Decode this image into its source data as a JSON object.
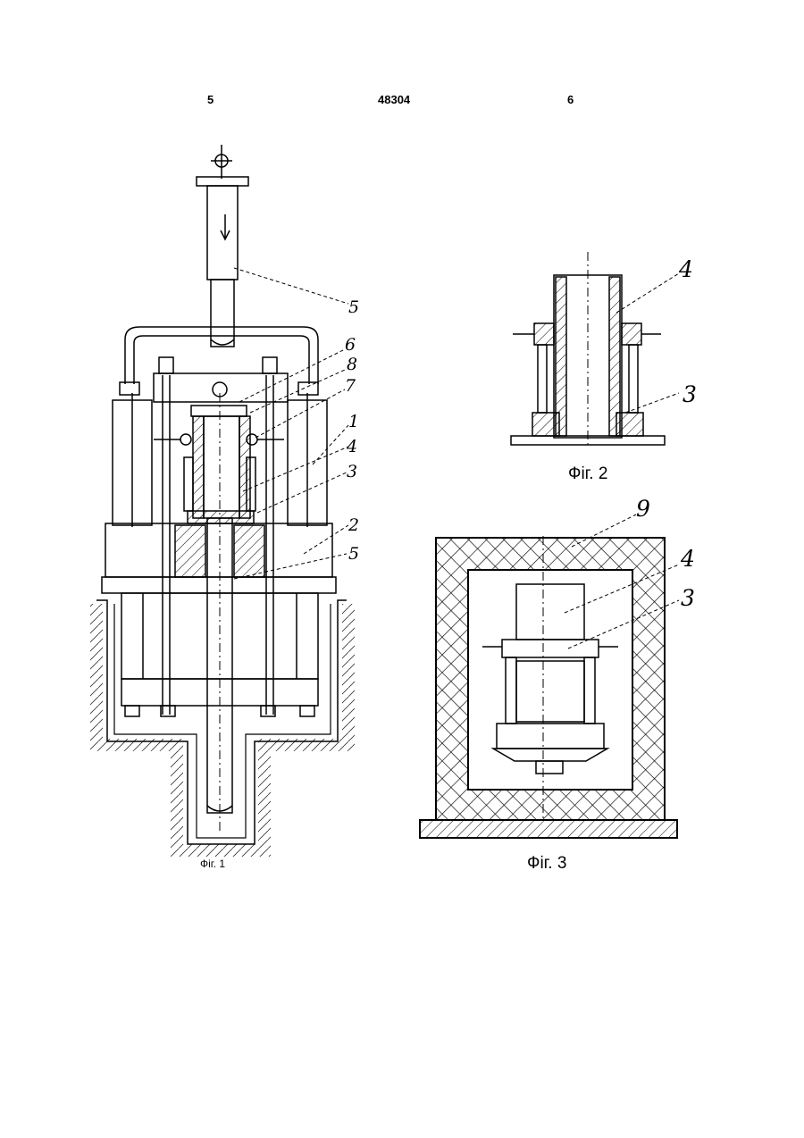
{
  "header": {
    "page_left": "5",
    "document_number": "48304",
    "page_right": "6"
  },
  "figures": {
    "fig1": {
      "caption": "Фіг. 1",
      "callouts": [
        "5",
        "6",
        "8",
        "7",
        "1",
        "4",
        "3",
        "2",
        "5"
      ]
    },
    "fig2": {
      "caption": "Фіг. 2",
      "callouts": [
        "4",
        "3"
      ]
    },
    "fig3": {
      "caption": "Фіг. 3",
      "callouts": [
        "9",
        "4",
        "3"
      ]
    }
  }
}
